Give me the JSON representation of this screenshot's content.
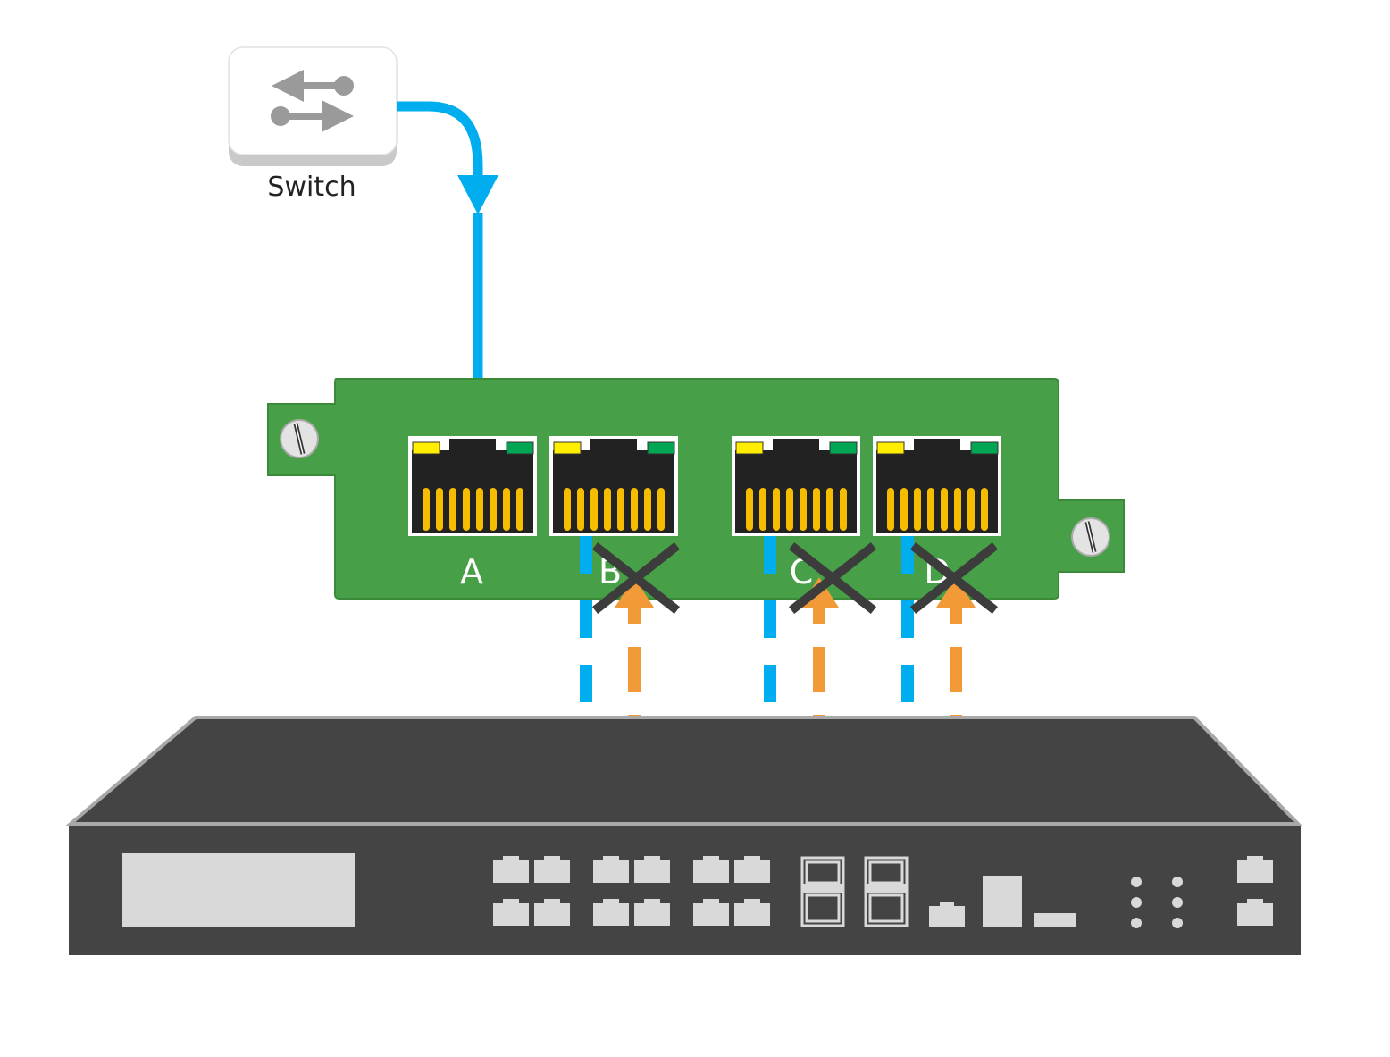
{
  "switch_label": "Switch",
  "ports": [
    {
      "id": "A",
      "label": "A",
      "crossed": false
    },
    {
      "id": "B",
      "label": "B",
      "crossed": true
    },
    {
      "id": "C",
      "label": "C",
      "crossed": true
    },
    {
      "id": "D",
      "label": "D",
      "crossed": true
    }
  ],
  "colors": {
    "background": "#ffffff",
    "card": "#47a047",
    "traffic_in": "#00adef",
    "traffic_out": "#f29a38",
    "appliance": "#444444",
    "port_led_yellow": "#ffee00",
    "port_led_green": "#00a651",
    "pins": "#f5bc00",
    "cross": "#3c3c3c"
  },
  "icons": {
    "switch": "switch-arrows-icon",
    "cross": "x-mark-icon",
    "screw": "screw-icon"
  }
}
